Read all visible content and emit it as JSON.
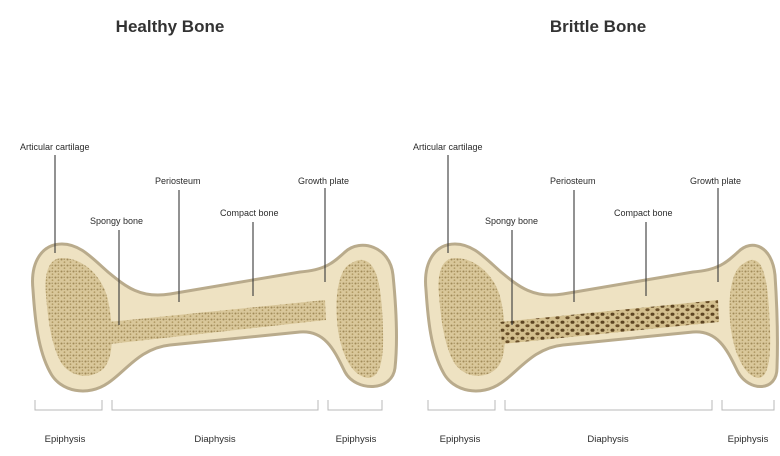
{
  "colors": {
    "bone_outline": "#b9ab8c",
    "bone_fill": "#eee2c2",
    "spongy_fill": "#d9c79a",
    "spongy_dots": "#a08a58",
    "brittle_pores": "#5c4422",
    "leader": "#3a3a3a"
  },
  "panels": [
    {
      "id": "healthy",
      "title": "Healthy Bone",
      "labels": {
        "articular_cartilage": "Articular cartilage",
        "spongy_bone": "Spongy bone",
        "periosteum": "Periosteum",
        "compact_bone": "Compact bone",
        "growth_plate": "Growth plate"
      },
      "regions": {
        "left": "Epiphysis",
        "middle": "Diaphysis",
        "right": "Epiphysis"
      }
    },
    {
      "id": "brittle",
      "title": "Brittle Bone",
      "labels": {
        "articular_cartilage": "Articular cartilage",
        "spongy_bone": "Spongy bone",
        "periosteum": "Periosteum",
        "compact_bone": "Compact bone",
        "growth_plate": "Growth plate"
      },
      "regions": {
        "left": "Epiphysis",
        "middle": "Diaphysis",
        "right": "Epiphysis"
      }
    }
  ]
}
